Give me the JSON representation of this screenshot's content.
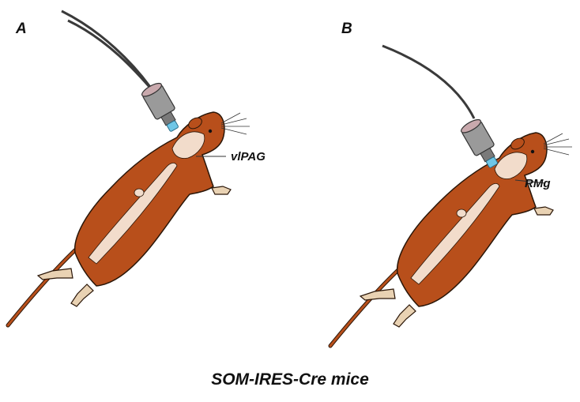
{
  "panels": [
    {
      "letter": "A",
      "region": "vlPAG"
    },
    {
      "letter": "B",
      "region": "RMg"
    }
  ],
  "caption": "SOM-IRES-Cre mice",
  "colors": {
    "fur": "#b84f1b",
    "fur_outline": "#2a1608",
    "belly": "#f2dccb",
    "paw": "#e9d2b3",
    "implant_cap": "#c9a9ad",
    "implant_body": "#9a9a9a",
    "implant_tip": "#6fc6e6",
    "cable": "#3a3a3a"
  },
  "icons": [
    "mouse-illustration",
    "optic-fiber-cable",
    "fiber-implant-icon"
  ]
}
